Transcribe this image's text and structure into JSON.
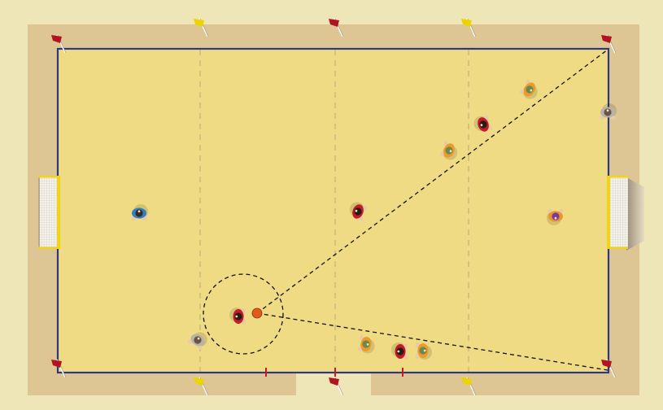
{
  "diagram": {
    "type": "futsal-tactics-board",
    "colors": {
      "page_bg": "#efe6b8",
      "surround": "#dec694",
      "pitch": "#efdb83",
      "boundary_line": "#2b3a80",
      "zone_dash": "#c9b783",
      "goal_frame": "#f0d418",
      "goal_net": "#f4f2ea",
      "flag_red": "#b1141f",
      "flag_yellow": "#ecd400",
      "ball": "#e05a1e",
      "pass_line": "#111111"
    },
    "flags": [
      {
        "name": "corner-flag-top-left",
        "color": "red"
      },
      {
        "name": "zone-flag-top-1",
        "color": "yellow"
      },
      {
        "name": "zone-flag-top-2",
        "color": "red"
      },
      {
        "name": "zone-flag-top-3",
        "color": "yellow"
      },
      {
        "name": "corner-flag-top-right",
        "color": "red"
      },
      {
        "name": "corner-flag-bottom-left",
        "color": "red"
      },
      {
        "name": "zone-flag-bottom-1",
        "color": "yellow"
      },
      {
        "name": "zone-flag-bottom-2",
        "color": "red"
      },
      {
        "name": "zone-flag-bottom-3",
        "color": "yellow"
      },
      {
        "name": "corner-flag-bottom-right",
        "color": "red"
      }
    ],
    "players": [
      {
        "name": "player-blue-1",
        "shirt": "#2f7fc4",
        "hair": "#3a2a22"
      },
      {
        "name": "player-red-1",
        "shirt": "#c41a2a",
        "hair": "#2a1a14"
      },
      {
        "name": "player-red-2",
        "shirt": "#c41a2a",
        "hair": "#2a1a14"
      },
      {
        "name": "player-red-3",
        "shirt": "#c41a2a",
        "hair": "#2a1a14"
      },
      {
        "name": "player-red-4",
        "shirt": "#c41a2a",
        "hair": "#2a1a14"
      },
      {
        "name": "player-orange-1",
        "shirt": "#ee9a2a",
        "hair": "#6b8a4a"
      },
      {
        "name": "player-orange-2",
        "shirt": "#ee9a2a",
        "hair": "#6b8a4a"
      },
      {
        "name": "player-orange-3",
        "shirt": "#ee9a2a",
        "hair": "#6b8a4a"
      },
      {
        "name": "player-orange-4",
        "shirt": "#ee9a2a",
        "hair": "#6b8a4a"
      },
      {
        "name": "player-purple-keeper",
        "shirt": "#e8962a",
        "hair": "#7a3a9a"
      },
      {
        "name": "player-grey-1",
        "shirt": "#b9b2a6",
        "hair": "#6a5544"
      },
      {
        "name": "player-grey-2",
        "shirt": "#b9b2a6",
        "hair": "#6a5544"
      }
    ]
  }
}
